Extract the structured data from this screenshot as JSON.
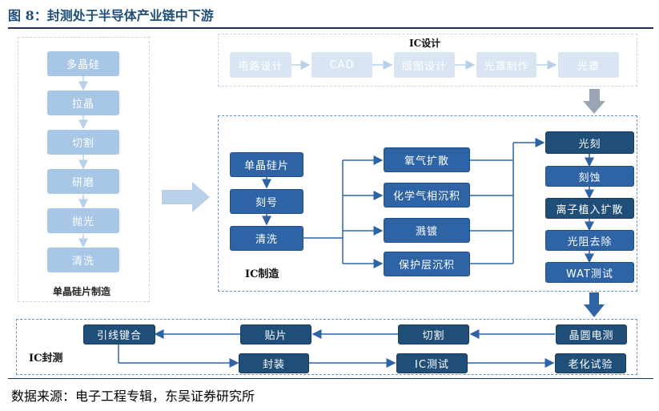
{
  "title": "图 8：封测处于半导体产业链中下游",
  "source": "数据来源：电子工程专辑，东吴证券研究所",
  "wafer_panel": {
    "label": "单晶硅片制造",
    "steps": [
      "多晶硅",
      "拉晶",
      "切割",
      "研磨",
      "抛光",
      "清洗"
    ]
  },
  "ic_design": {
    "label": "IC设计",
    "steps": [
      "电路设计",
      "CAD",
      "版图设计",
      "光罩制作",
      "光罩"
    ]
  },
  "ic_manufacturing": {
    "label": "IC制造",
    "prep_steps": [
      "单晶硅片",
      "刻号",
      "清洗"
    ],
    "parallel_steps": [
      "氧气扩散",
      "化学气相沉积",
      "溅镀",
      "保护层沉积"
    ],
    "final_steps": [
      "光刻",
      "刻蚀",
      "离子植入扩散",
      "光阻去除",
      "WAT测试"
    ]
  },
  "ic_packaging_test": {
    "label": "IC封测",
    "top_row": [
      "引线键合",
      "贴片",
      "切割",
      "晶圆电测"
    ],
    "bottom_row": [
      "封装",
      "IC测试",
      "老化试验"
    ]
  },
  "colors": {
    "dark_box": "#2e64a6",
    "navy_box": "#1f4e79",
    "light_box": "#a8c6e6",
    "pale_box": "#d9e5f3",
    "connector": "#2e64a6"
  }
}
